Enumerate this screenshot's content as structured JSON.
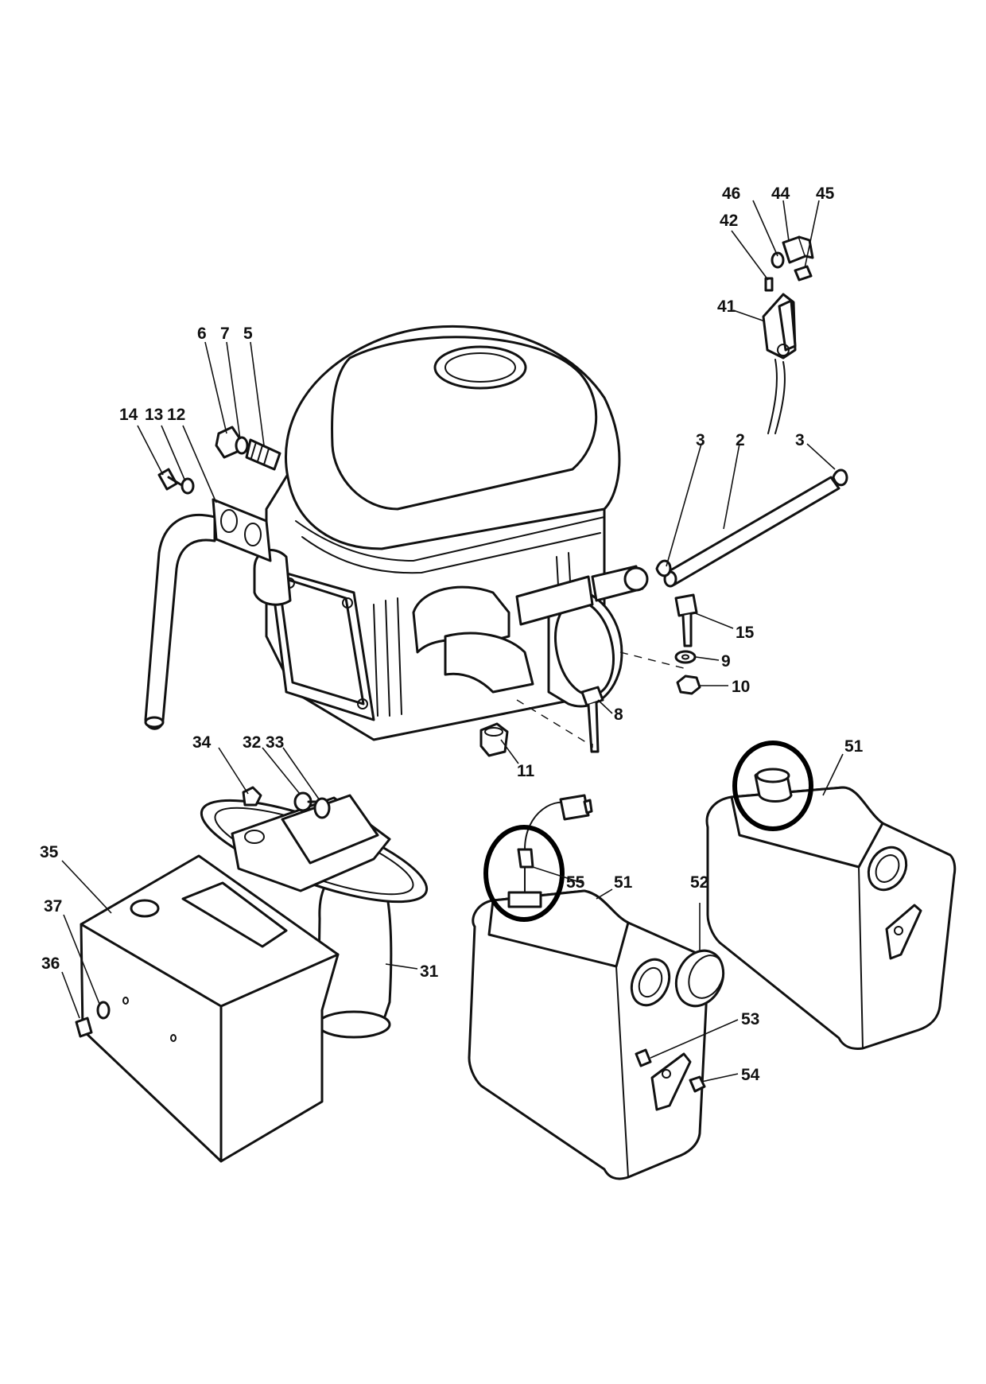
{
  "callouts": [
    {
      "id": "c46",
      "label": "46"
    },
    {
      "id": "c44",
      "label": "44"
    },
    {
      "id": "c45",
      "label": "45"
    },
    {
      "id": "c42",
      "label": "42"
    },
    {
      "id": "c41",
      "label": "41"
    },
    {
      "id": "c6",
      "label": "6"
    },
    {
      "id": "c7",
      "label": "7"
    },
    {
      "id": "c5",
      "label": "5"
    },
    {
      "id": "c14",
      "label": "14"
    },
    {
      "id": "c13",
      "label": "13"
    },
    {
      "id": "c12",
      "label": "12"
    },
    {
      "id": "c3a",
      "label": "3"
    },
    {
      "id": "c2",
      "label": "2"
    },
    {
      "id": "c3b",
      "label": "3"
    },
    {
      "id": "c15",
      "label": "15"
    },
    {
      "id": "c9",
      "label": "9"
    },
    {
      "id": "c10",
      "label": "10"
    },
    {
      "id": "c8",
      "label": "8"
    },
    {
      "id": "c11",
      "label": "11"
    },
    {
      "id": "c34",
      "label": "34"
    },
    {
      "id": "c32",
      "label": "32"
    },
    {
      "id": "c33",
      "label": "33"
    },
    {
      "id": "c35",
      "label": "35"
    },
    {
      "id": "c37",
      "label": "37"
    },
    {
      "id": "c36",
      "label": "36"
    },
    {
      "id": "c31",
      "label": "31"
    },
    {
      "id": "c51a",
      "label": "51"
    },
    {
      "id": "c51b",
      "label": "51"
    },
    {
      "id": "c55",
      "label": "55"
    },
    {
      "id": "c52",
      "label": "52"
    },
    {
      "id": "c53",
      "label": "53"
    },
    {
      "id": "c54",
      "label": "54"
    }
  ]
}
